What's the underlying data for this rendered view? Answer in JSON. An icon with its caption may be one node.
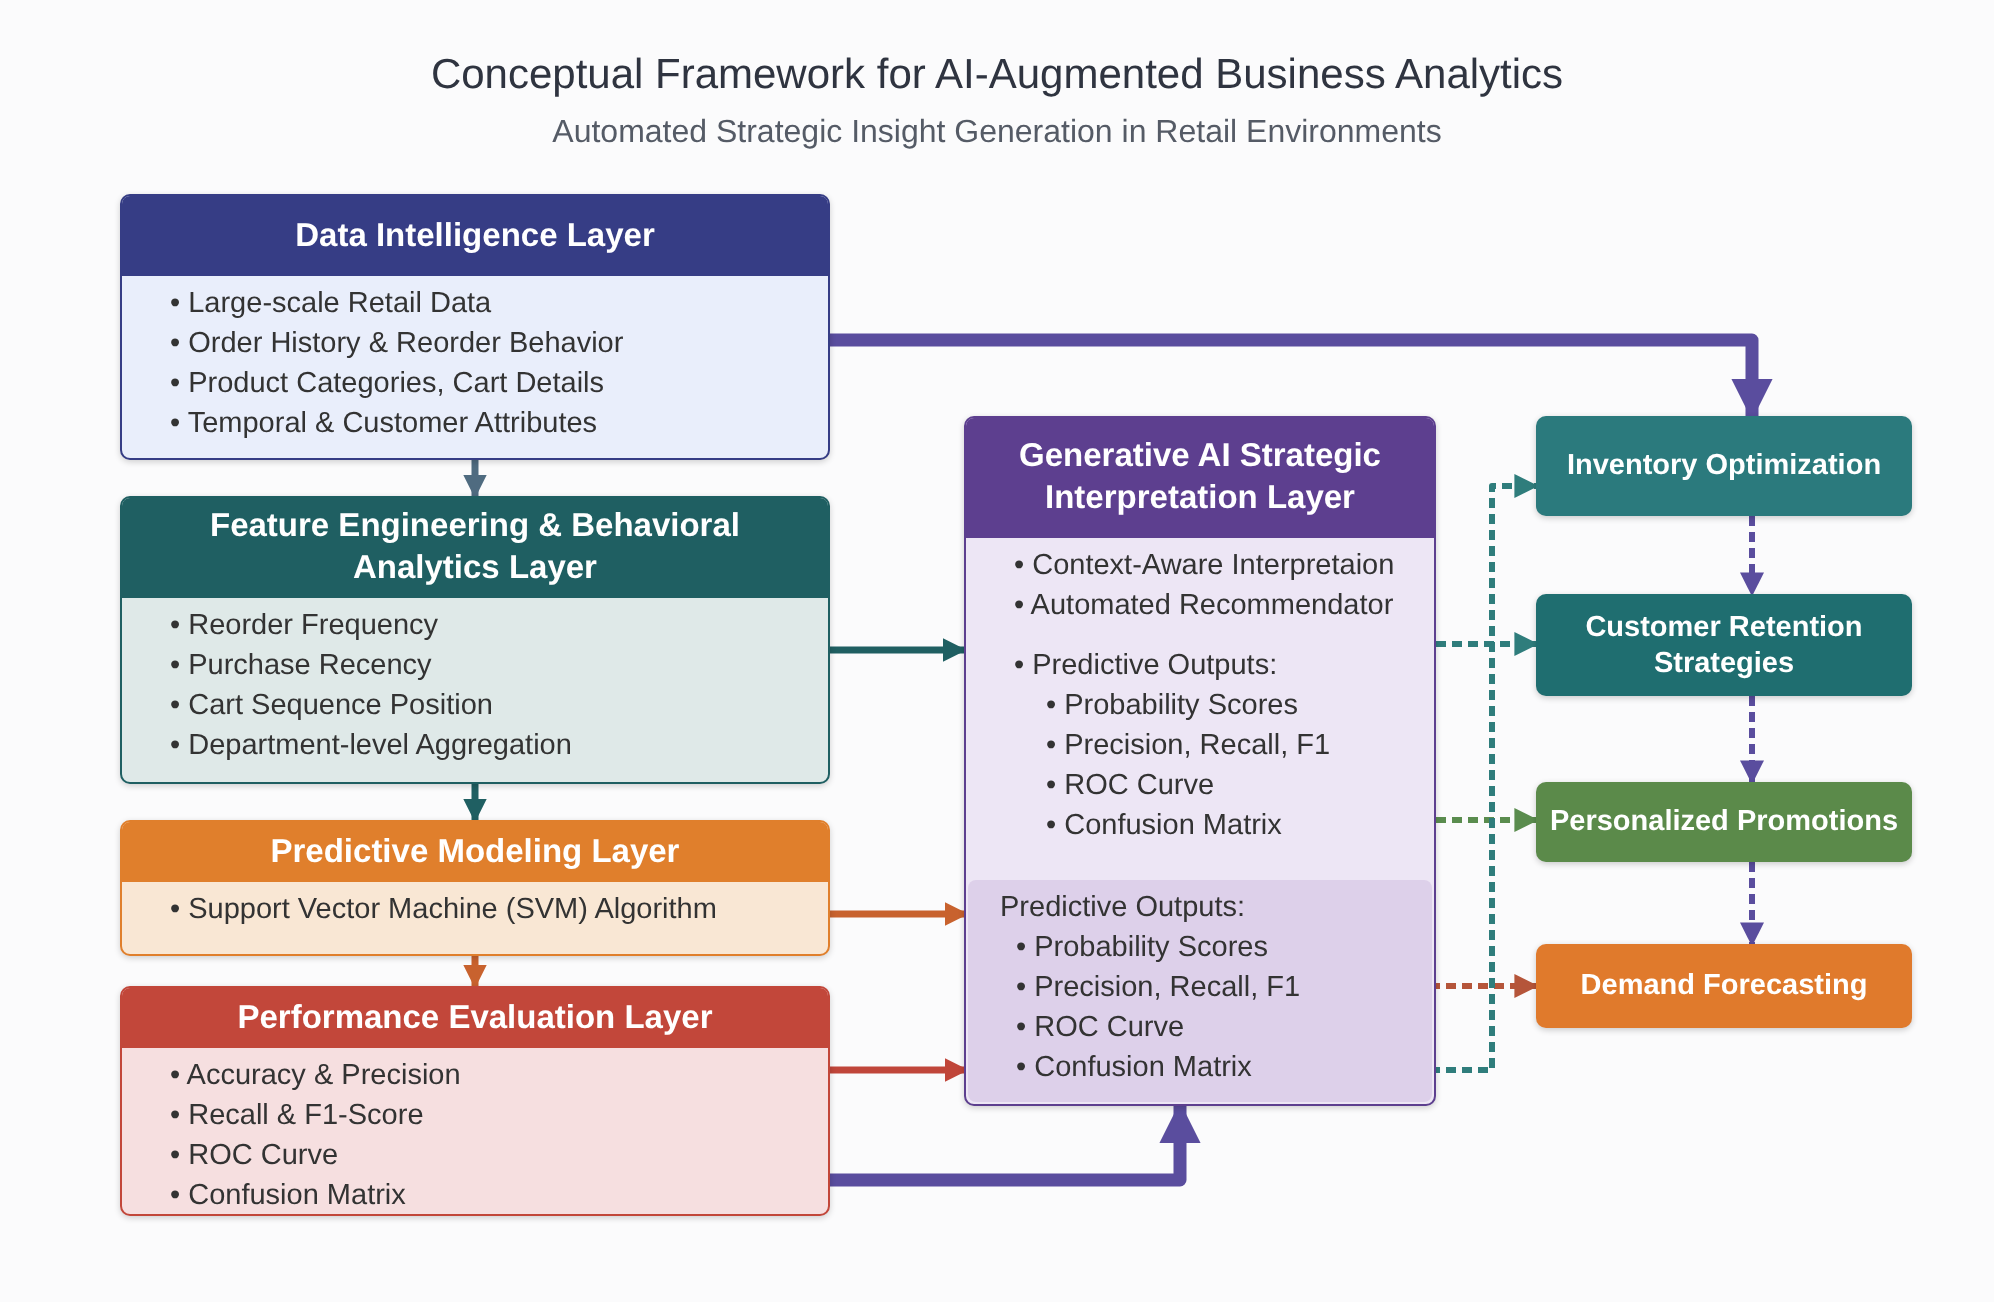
{
  "diagram": {
    "title": "Conceptual Framework for AI-Augmented Business Analytics",
    "caption": "Automated Strategic Insight Generation in Retail Environments",
    "nodes": [
      {
        "text": [
          "Data Intelligence Layer",
          "• Large-scale Retail Data",
          "• Order History & Reorder Behavior",
          "• Product Categories, Cart Details",
          "• Temporal & Customer Attributes"
        ]
      },
      {
        "text": [
          "Feature Engineering & Behavioral Analytics Layer",
          "• Reorder Frequency",
          "• Purchase Recency",
          "• Cart Sequence Position",
          "• Department-level Aggregation"
        ]
      },
      {
        "text": [
          "Predictive Modeling Layer",
          "• Support Vector Machine (SVM) Algorithm"
        ]
      },
      {
        "text": [
          "Performance Evaluation Layer",
          "• Accuracy & Precision",
          "• Recall & F1-Score",
          "• ROC Curve",
          "• Confusion Matrix"
        ]
      },
      {
        "text": [
          "Generative AI Strategic Interpretation Layer",
          "• Context-Aware Interpretaion",
          "• Automated Recommendator",
          "• Predictive Outputs:",
          "• Probability Scores",
          "• Precision, Recall, F1",
          "• ROC Curve",
          "• Confusion Matrix"
        ]
      },
      {
        "text": [
          "Predictive Outputs:",
          "• Probability Scores",
          "• Precision, Recall, F1",
          "• ROC Curve",
          "• Confusion Matrix"
        ],
        "in": 4
      },
      {
        "text": [
          "Inventory Optimization"
        ]
      },
      {
        "text": [
          "Customer Retention Strategies"
        ]
      },
      {
        "text": [
          "Personalized Promotions"
        ]
      },
      {
        "text": [
          "Demand Forecasting"
        ]
      }
    ],
    "edges": [
      {
        "from": 0,
        "to": 1,
        "arrow": "to",
        "color": "#4f6b80"
      },
      {
        "from": 1,
        "to": 2,
        "arrow": "to",
        "color": "#1f5f62"
      },
      {
        "from": 2,
        "to": 3,
        "arrow": "to",
        "color": "#c8622e"
      },
      {
        "from": 0,
        "to": 6,
        "arrow": "to",
        "style": "thick",
        "color": "#5a4d9e"
      },
      {
        "from": 1,
        "to": 4,
        "arrow": "to",
        "color": "#1f5f62"
      },
      {
        "from": 2,
        "to": 5,
        "arrow": "to",
        "color": "#c8622e"
      },
      {
        "from": 3,
        "to": 5,
        "arrow": "to",
        "color": "#c0463a"
      },
      {
        "from": 3,
        "to": 4,
        "arrow": "to",
        "style": "thick",
        "color": "#5a4d9e"
      },
      {
        "from": 4,
        "to": 7,
        "arrow": "to",
        "style": "dashed",
        "color": "#2f7d7c"
      },
      {
        "from": 4,
        "to": 8,
        "arrow": "to",
        "style": "dashed",
        "color": "#5a8c4e"
      },
      {
        "from": 5,
        "to": 9,
        "arrow": "to",
        "style": "dashed",
        "color": "#b5553a"
      },
      {
        "from": 5,
        "to": 6,
        "arrow": "to",
        "style": "dashed",
        "color": "#2f7d7c"
      },
      {
        "from": 6,
        "to": 7,
        "arrow": "to",
        "style": "dashed",
        "color": "#5a4d9e"
      },
      {
        "from": 7,
        "to": 8,
        "arrow": "to",
        "style": "dashed",
        "color": "#5a4d9e"
      },
      {
        "from": 8,
        "to": 9,
        "arrow": "to",
        "style": "dashed",
        "color": "#5a4d9e"
      }
    ]
  }
}
